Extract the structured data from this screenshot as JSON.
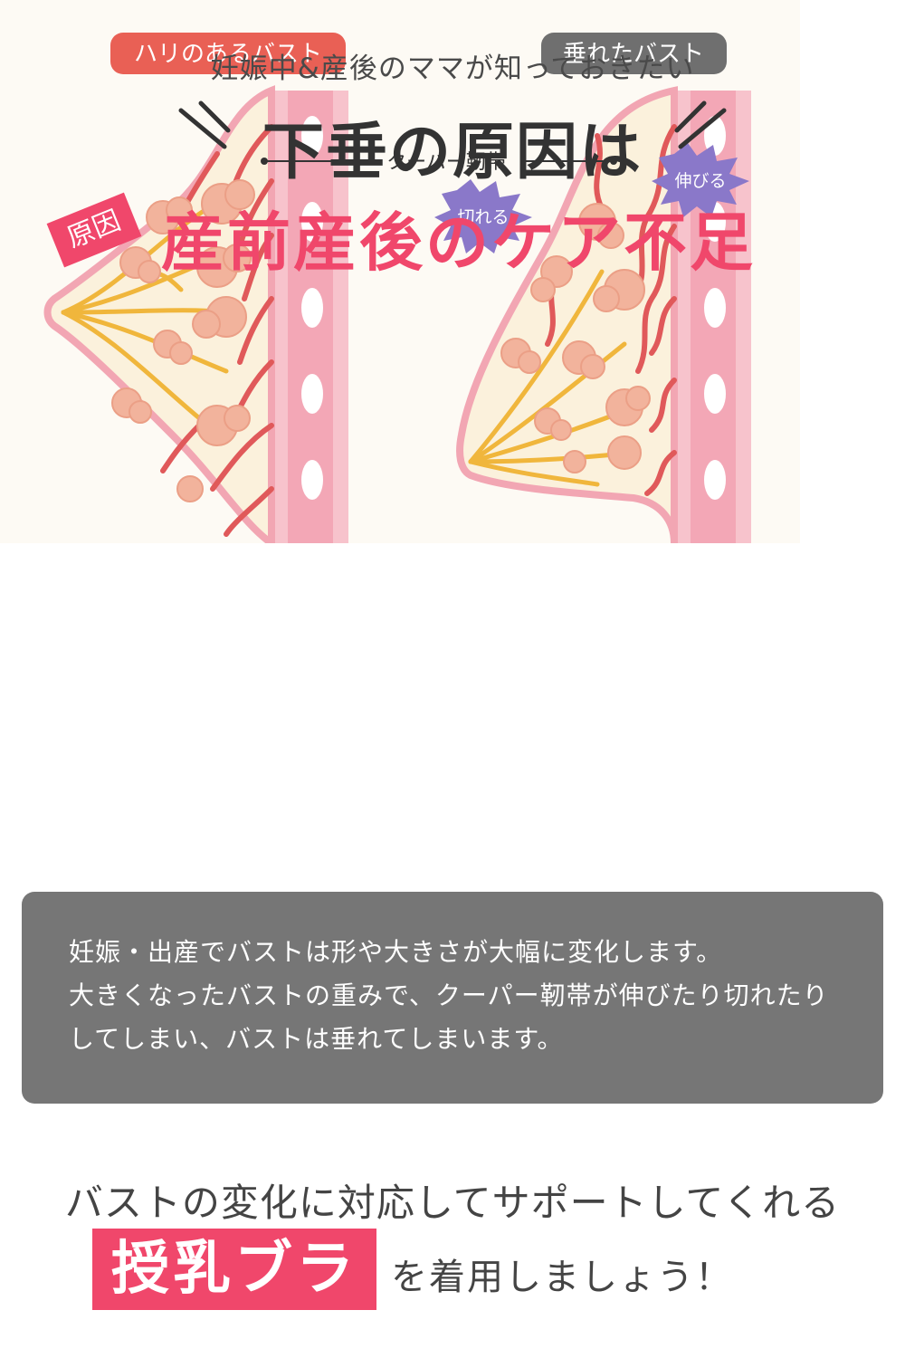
{
  "header": {
    "subtitle": "妊娠中&産後のママが知っておきたい",
    "headline": "下垂の原因は",
    "cause_tag": "原因",
    "cause_text": "産前産後のケア不足"
  },
  "illustration": {
    "left_label": "ハリのあるバスト",
    "right_label": "垂れたバスト",
    "ligament_label": "クーパー靭帯",
    "torn_label": "切れる",
    "stretched_label": "伸びる",
    "colors": {
      "skin": "#fbf1dc",
      "outline": "#f2a6b3",
      "ligament": "#e0595a",
      "milk_duct": "#f0b63c",
      "fat": "#f2b39c",
      "left_pill": "#e96055",
      "right_pill": "#6f6f6f",
      "burst": "#8a78c9"
    }
  },
  "info": {
    "lines": [
      "妊娠・出産でバストは形や大きさが大幅に変化します。",
      "大きくなったバストの重みで、クーパー靭帯が伸びたり切れたり",
      "してしまい、バストは垂れてしまいます。"
    ]
  },
  "footer": {
    "line1": "バストの変化に対応してサポートしてくれる",
    "bra_tag": "授乳ブラ",
    "bra_rest": "を着用しましょう！"
  },
  "colors": {
    "accent": "#f0476b",
    "info_bg": "#767676",
    "text": "#444444"
  }
}
